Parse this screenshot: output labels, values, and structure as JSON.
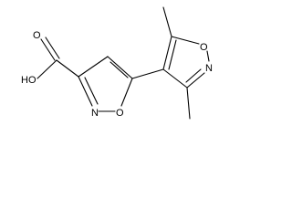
{
  "molecule": {
    "atoms": {
      "hydroxyl": "HO",
      "carbonyl_oxygen": "O",
      "ring1_nitrogen": "N",
      "ring1_oxygen": "O",
      "ring2_oxygen": "O",
      "ring2_nitrogen": "N"
    }
  },
  "colors": {
    "ink": "#000000",
    "background": "#ffffff"
  }
}
